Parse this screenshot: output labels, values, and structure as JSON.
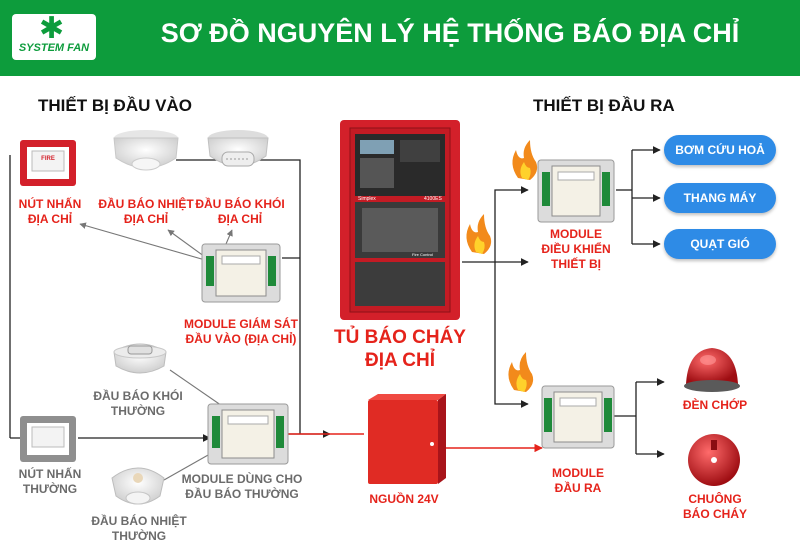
{
  "header": {
    "brand": "SYSTEM FAN",
    "title": "SƠ ĐỒ NGUYÊN LÝ HỆ THỐNG BÁO ĐỊA CHỈ"
  },
  "sections": {
    "input_title": "THIẾT BỊ ĐẦU VÀO",
    "output_title": "THIẾT BỊ ĐẦU RA"
  },
  "inputs": {
    "call_point_addr": [
      "NÚT NHẤN",
      "ĐỊA CHỈ"
    ],
    "heat_detector_addr": [
      "ĐẦU BÁO NHIỆT",
      "ĐỊA CHỈ"
    ],
    "smoke_detector_addr": [
      "ĐẦU BÁO KHÓI",
      "ĐỊA CHỈ"
    ],
    "monitor_module": [
      "MODULE GIÁM SÁT",
      "ĐẦU VÀO (ĐỊA CHỈ)"
    ],
    "smoke_detector_conv": [
      "ĐẦU BÁO KHÓI",
      "THƯỜNG"
    ],
    "call_point_conv": [
      "NÚT NHẤN",
      "THƯỜNG"
    ],
    "heat_detector_conv": [
      "ĐẦU BÁO NHIỆT",
      "THƯỜNG"
    ],
    "conv_module": [
      "MODULE DÙNG CHO",
      "ĐẦU BÁO THƯỜNG"
    ],
    "call_point_fire_text": "FIRE"
  },
  "panel": {
    "label": [
      "TỦ BÁO CHÁY",
      "ĐỊA CHỈ"
    ],
    "brand": "Simplex",
    "model": "4100ES",
    "badge": "Fire Control"
  },
  "power": {
    "label": "NGUỒN 24V"
  },
  "outputs": {
    "control_module": [
      "MODULE",
      "ĐIỀU KHIỂN",
      "THIẾT BỊ"
    ],
    "pills": [
      "BƠM CỨU HOẢ",
      "THANG MÁY",
      "QUẠT GIÓ"
    ],
    "output_module": [
      "MODULE",
      "ĐẦU RA"
    ],
    "strobe": "ĐÈN CHỚP",
    "bell": [
      "CHUÔNG",
      "BÁO CHÁY"
    ]
  },
  "colors": {
    "header_green": "#0d9c3c",
    "label_red": "#e5231b",
    "label_gray": "#6b6b6b",
    "pill_blue": "#2e8be6",
    "panel_red": "#d3202a"
  }
}
